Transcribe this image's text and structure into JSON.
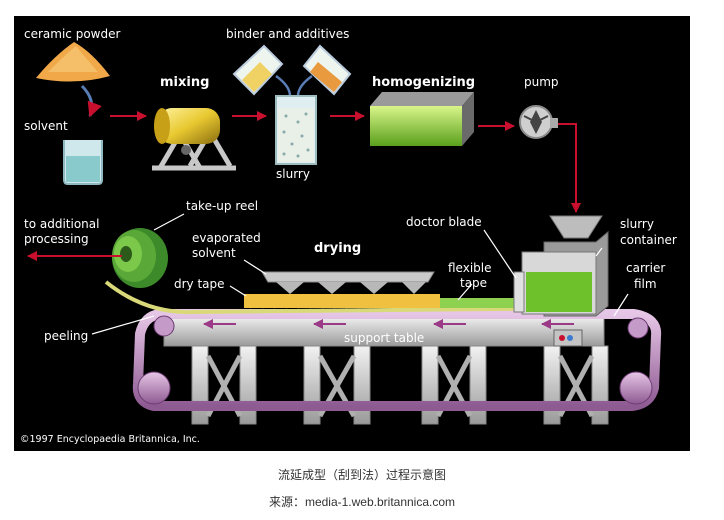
{
  "labels": {
    "ceramic_powder": "ceramic powder",
    "binder_additives": "binder and additives",
    "solvent": "solvent",
    "mixing": "mixing",
    "slurry": "slurry",
    "homogenizing": "homogenizing",
    "pump": "pump",
    "to_additional_1": "to additional",
    "to_additional_2": "processing",
    "take_up_reel": "take-up reel",
    "evaporated_1": "evaporated",
    "evaporated_2": "solvent",
    "drying": "drying",
    "doctor_blade": "doctor blade",
    "slurry_container_1": "slurry",
    "slurry_container_2": "container",
    "flexible_1": "flexible",
    "flexible_2": "tape",
    "carrier_1": "carrier",
    "carrier_2": "film",
    "dry_tape": "dry tape",
    "peeling": "peeling",
    "support_table": "support table",
    "copyright": "©1997 Encyclopaedia Britannica, Inc."
  },
  "caption": "流延成型（刮到法）过程示意图",
  "source": "来源：media-1.web.britannica.com",
  "colors": {
    "flow_arrow": "#c8102e",
    "belt_arrow": "#8b1a6b",
    "slurry_green": "#6ec12b",
    "frame_grey": "#d6d6d6",
    "mixer_yellow": "#e8c830"
  }
}
